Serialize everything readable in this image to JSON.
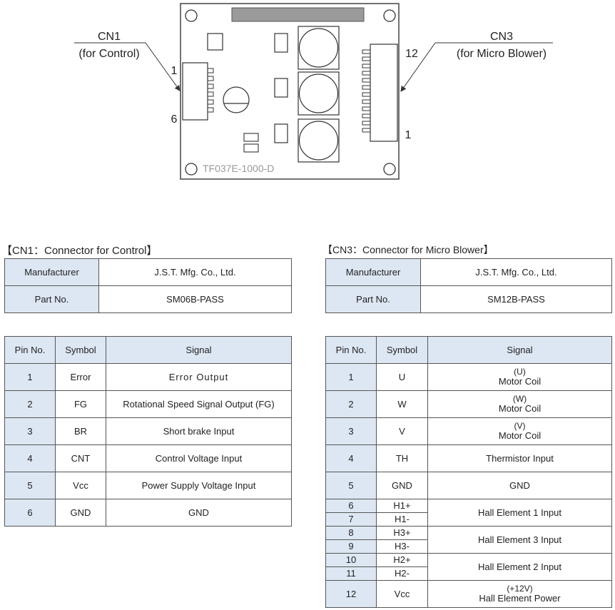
{
  "board": {
    "model": "TF037E-1000-D",
    "cn1_name": "CN1",
    "cn1_desc": "(for Control)",
    "cn1_pin_top": "1",
    "cn1_pin_bottom": "6",
    "cn3_name": "CN3",
    "cn3_desc": "(for Micro Blower)",
    "cn3_pin_top": "12",
    "cn3_pin_bottom": "1"
  },
  "cn1": {
    "title": "【CN1：Connector for Control】",
    "info": {
      "manufacturer_label": "Manufacturer",
      "manufacturer": "J.S.T. Mfg. Co., Ltd.",
      "part_label": "Part No.",
      "part": "SM06B-PASS"
    },
    "headers": {
      "pin": "Pin No.",
      "symbol": "Symbol",
      "signal": "Signal"
    },
    "rows": [
      {
        "pin": "1",
        "symbol": "Error",
        "signal": "Error Output"
      },
      {
        "pin": "2",
        "symbol": "FG",
        "signal": "Rotational Speed Signal Output (FG)"
      },
      {
        "pin": "3",
        "symbol": "BR",
        "signal": "Short brake Input"
      },
      {
        "pin": "4",
        "symbol": "CNT",
        "signal": "Control Voltage Input"
      },
      {
        "pin": "5",
        "symbol": "Vcc",
        "signal": "Power Supply Voltage Input"
      },
      {
        "pin": "6",
        "symbol": "GND",
        "signal": "GND"
      }
    ]
  },
  "cn3": {
    "title": "【CN3：Connector for Micro Blower】",
    "info": {
      "manufacturer_label": "Manufacturer",
      "manufacturer": "J.S.T. Mfg. Co., Ltd.",
      "part_label": "Part No.",
      "part": "SM12B-PASS"
    },
    "headers": {
      "pin": "Pin No.",
      "symbol": "Symbol",
      "signal": "Signal"
    },
    "rows": [
      {
        "pin": "1",
        "symbol": "U",
        "signal_sub": "(U)",
        "signal": "Motor Coil"
      },
      {
        "pin": "2",
        "symbol": "W",
        "signal_sub": "(W)",
        "signal": "Motor Coil"
      },
      {
        "pin": "3",
        "symbol": "V",
        "signal_sub": "(V)",
        "signal": "Motor Coil"
      },
      {
        "pin": "4",
        "symbol": "TH",
        "signal": "Thermistor Input"
      },
      {
        "pin": "5",
        "symbol": "GND",
        "signal": "GND"
      },
      {
        "pins": [
          "6",
          "7"
        ],
        "symbols": [
          "H1+",
          "H1-"
        ],
        "signal": "Hall Element 1 Input"
      },
      {
        "pins": [
          "8",
          "9"
        ],
        "symbols": [
          "H3+",
          "H3-"
        ],
        "signal": "Hall Element 3 Input"
      },
      {
        "pins": [
          "10",
          "11"
        ],
        "symbols": [
          "H2+",
          "H2-"
        ],
        "signal": "Hall Element 2 Input"
      },
      {
        "pin": "12",
        "symbol": "Vcc",
        "signal_sub": "(+12V)",
        "signal": "Hall Element Power"
      }
    ]
  }
}
